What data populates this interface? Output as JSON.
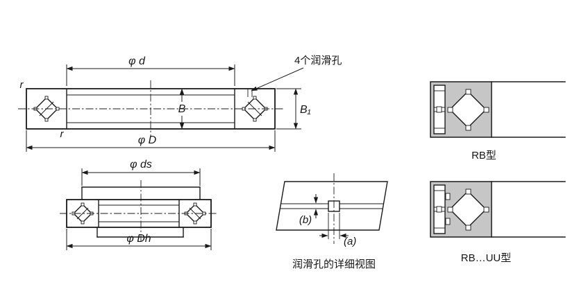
{
  "main_view": {
    "dim_phi_d": "φ d",
    "dim_B": "B",
    "dim_B1": "B₁",
    "dim_phi_D": "φ D",
    "r_top": "r",
    "r_bottom": "r",
    "lube_note": "4个润滑孔"
  },
  "mount_view": {
    "dim_phi_ds": "φ ds",
    "dim_phi_Dh": "φ Dh"
  },
  "detail_view": {
    "dim_a": "(a)",
    "dim_b": "(b)",
    "caption": "润滑孔的详细视图"
  },
  "type_views": {
    "rb_label": "RB型",
    "rb_uu_label": "RB…UU型"
  },
  "colors": {
    "line": "#1a1a1a",
    "ring_fill": "#c6c6c6",
    "background": "#ffffff"
  }
}
